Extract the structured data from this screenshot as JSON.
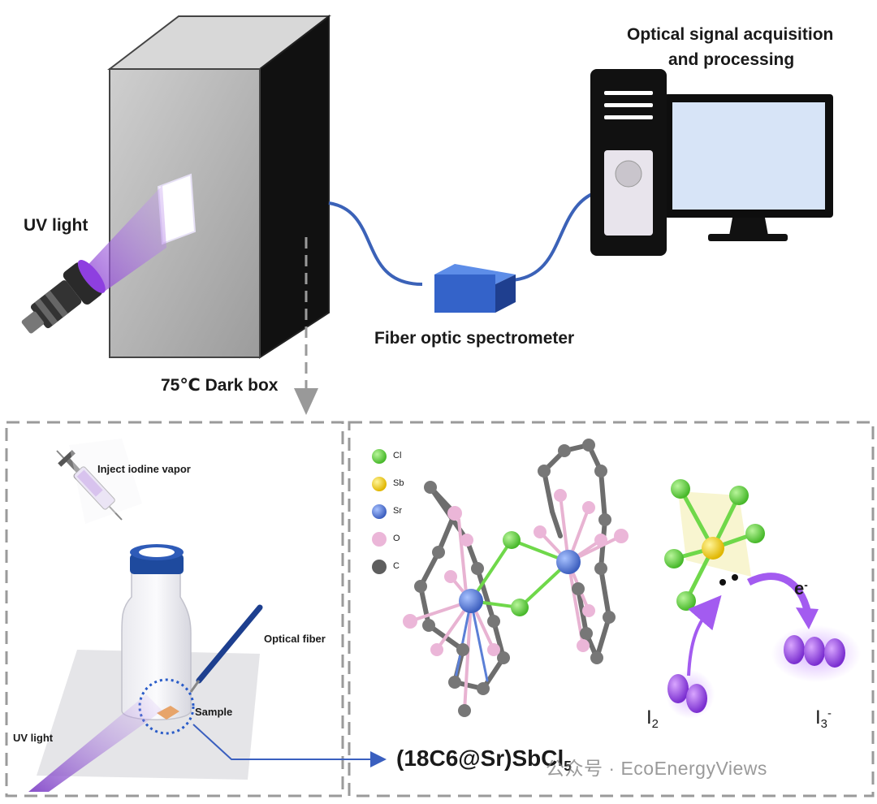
{
  "top": {
    "computer_label_line1": "Optical signal acquisition",
    "computer_label_line2": "and processing",
    "uv_light_label": "UV light",
    "dark_box_label": "75℃ Dark box",
    "spectrometer_label": "Fiber optic spectrometer"
  },
  "bottom_left": {
    "inject_label": "Inject iodine vapor",
    "optical_fiber_label": "Optical fiber",
    "sample_label": "Sample",
    "uv_light_label": "UV light"
  },
  "bottom_right": {
    "legend": [
      {
        "label": "Cl",
        "color": "#6fd84a"
      },
      {
        "label": "Sb",
        "color": "#f2d21b"
      },
      {
        "label": "Sr",
        "color": "#5b7fd6"
      },
      {
        "label": "O",
        "color": "#ebb6d8"
      },
      {
        "label": "C",
        "color": "#5e5e5e"
      }
    ],
    "formula_main": "(18C6@Sr)SbCl",
    "formula_sub": "5",
    "electron_base": "e",
    "electron_sup": "-",
    "i2_base": "I",
    "i2_sub": "2",
    "i3_base": "I",
    "i3_sub": "3",
    "i3_sup": "-"
  },
  "watermark": "公众号 · EcoEnergyViews"
}
